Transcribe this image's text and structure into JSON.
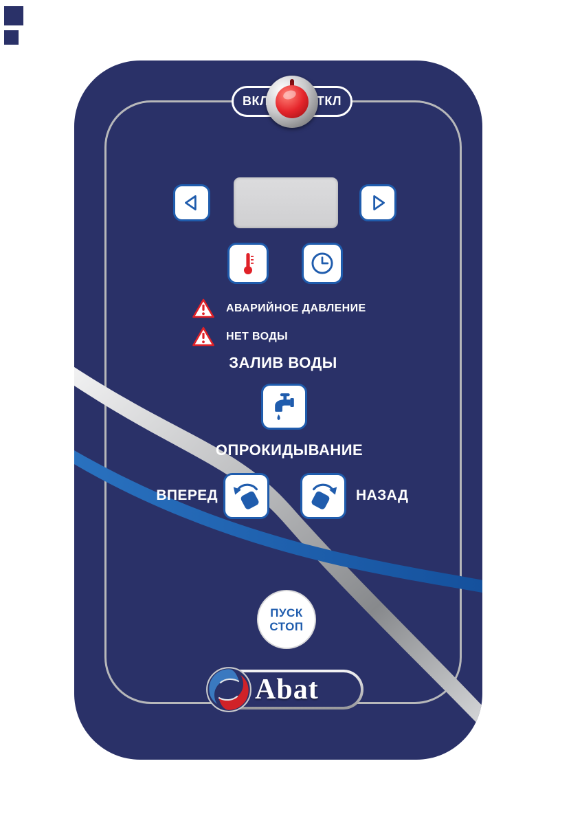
{
  "colors": {
    "panel_navy": "#2a3168",
    "accent_blue": "#1f5cad",
    "alert_red": "#e02128",
    "silver": "#b7b8ba",
    "display_gray": "#d5d5d7"
  },
  "power_switch": {
    "on_label": "ВКЛ",
    "off_label": "ОТКЛ",
    "knob_icon": "power-knob-icon"
  },
  "display": {
    "value": ""
  },
  "selector": {
    "left_icon": "arrow-left-icon",
    "right_icon": "arrow-right-icon"
  },
  "mode": {
    "temperature_icon": "thermometer-icon",
    "timer_icon": "clock-icon"
  },
  "warnings": [
    {
      "icon": "warning-triangle-icon",
      "label": "АВАРИЙНОЕ ДАВЛЕНИЕ"
    },
    {
      "icon": "warning-triangle-icon",
      "label": "НЕТ ВОДЫ"
    }
  ],
  "water_fill": {
    "label": "ЗАЛИВ ВОДЫ",
    "icon": "faucet-icon"
  },
  "tilt": {
    "label": "ОПРОКИДЫВАНИЕ",
    "forward_label": "ВПЕРЕД",
    "backward_label": "НАЗАД",
    "forward_icon": "tilt-forward-icon",
    "backward_icon": "tilt-backward-icon"
  },
  "start_stop": {
    "line1": "ПУСК",
    "line2": "СТОП"
  },
  "brand": {
    "name": "Abat",
    "logo_icon": "abat-sphere-logo-icon"
  }
}
